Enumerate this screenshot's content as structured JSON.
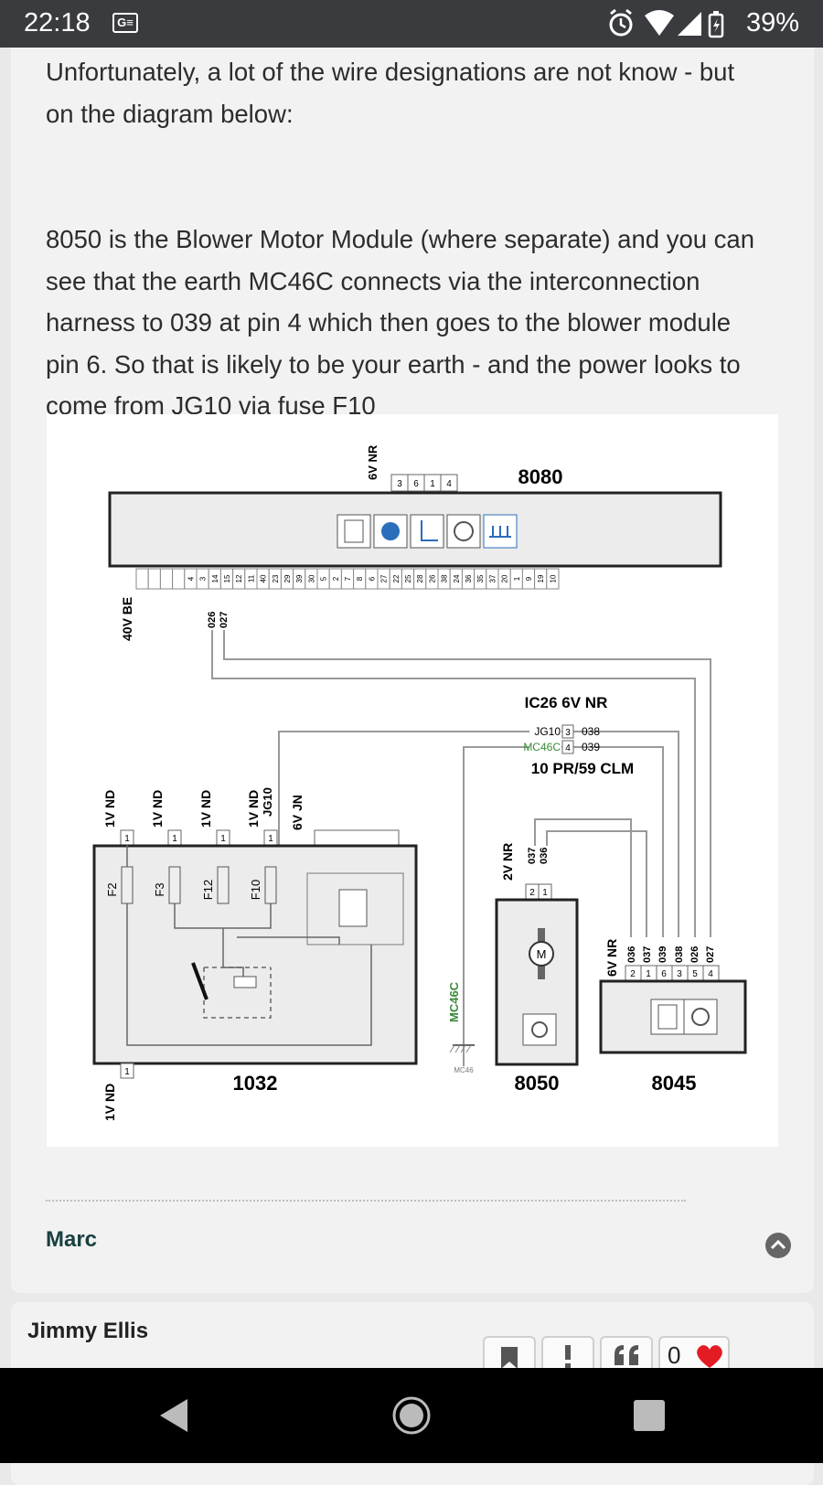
{
  "status_bar": {
    "time": "22:18",
    "notification_icon": "G≡",
    "battery_percent": "39%",
    "icons": [
      "alarm-icon",
      "wifi-icon",
      "signal-icon",
      "battery-icon"
    ]
  },
  "post": {
    "paragraph_1": "Unfortunately, a lot of the wire designations are not know - but on the diagram below:",
    "paragraph_2": "8050 is the Blower Motor Module (where separate) and you can see that the earth MC46C connects via the interconnection harness to 039 at pin 4 which then goes to the blower module pin 6. So that is likely to be your earth - and the power looks to come from JG10 via fuse F10",
    "signature": "Marc"
  },
  "diagram": {
    "top_connector_label": "6V NR",
    "top_connector_pins": [
      "3",
      "6",
      "1",
      "4"
    ],
    "module_8080": "8080",
    "left_label": "40V BE",
    "bottom_pins": [
      "4",
      "3",
      "14",
      "15",
      "12",
      "11",
      "40",
      "23",
      "29",
      "39",
      "30",
      "5",
      "2",
      "7",
      "8",
      "6",
      "27",
      "22",
      "25",
      "28",
      "26",
      "38",
      "24",
      "36",
      "35",
      "37",
      "20",
      "1",
      "9",
      "19",
      "10"
    ],
    "wire_026": "026",
    "wire_027": "027",
    "ic26_title": "IC26 6V NR",
    "ic26_row1_left": "JG10",
    "ic26_row1_pin": "3",
    "ic26_row1_right": "038",
    "ic26_row2_left": "MC46C",
    "ic26_row2_pin": "4",
    "ic26_row2_right": "039",
    "ic26_sub": "10 PR/59 CLM",
    "fuse_labels": [
      "1V ND",
      "1V ND",
      "1V ND",
      "1V ND"
    ],
    "jg10_label": "JG10",
    "conn_6vjn": "6V JN",
    "fuses": [
      "F2",
      "F3",
      "F12",
      "F10"
    ],
    "pin_one": "1",
    "box_1032": "1032",
    "bottom_left_label": "1V ND",
    "mc46c_label": "MC46C",
    "ground_label": "MC46",
    "conn_2vnr": "2V NR",
    "wire_037": "037",
    "wire_036": "036",
    "pins_8050": [
      "2",
      "1"
    ],
    "motor_label": "M",
    "box_8050": "8050",
    "conn_6vnr_right": "6V NR",
    "wires_8045": [
      "036",
      "037",
      "039",
      "038",
      "026",
      "027"
    ],
    "pins_8045": [
      "2",
      "1",
      "6",
      "3",
      "5",
      "4"
    ],
    "box_8045": "8045"
  },
  "next_post": {
    "author": "Jimmy Ellis",
    "like_count": "0",
    "action_icons": [
      "bookmark-icon",
      "report-icon",
      "quote-icon",
      "heart-icon"
    ]
  },
  "nav_bar": {
    "icons": [
      "back-icon",
      "home-icon",
      "recents-icon"
    ]
  },
  "colors": {
    "status_bar_bg": "#3a3b3f",
    "signature": "#17413f",
    "heart": "#e31b23",
    "mc46c_green": "#3a8a3a"
  }
}
